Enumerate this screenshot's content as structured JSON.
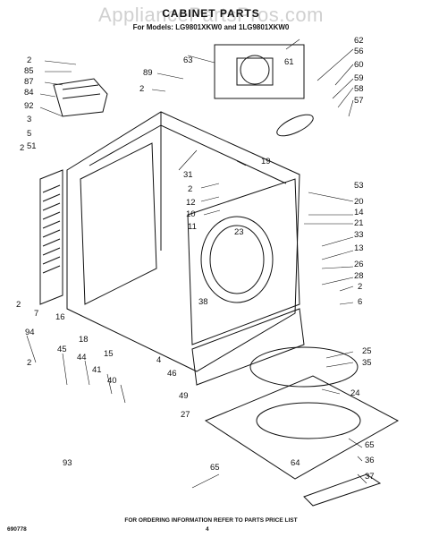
{
  "watermark": "AppliancePartsPros.com",
  "header": {
    "title": "CABINET PARTS",
    "models": "For Models: LG9801XKW0 and 1LG9801XKW0"
  },
  "footer": {
    "instruction": "FOR ORDERING INFORMATION REFER TO PARTS PRICE LIST",
    "page": "4",
    "doc_number": "690778"
  },
  "callouts": [
    "2",
    "85",
    "87",
    "84",
    "92",
    "3",
    "5",
    "51",
    "2",
    "89",
    "2",
    "63",
    "61",
    "62",
    "56",
    "60",
    "59",
    "58",
    "57",
    "53",
    "31",
    "2",
    "12",
    "10",
    "11",
    "19",
    "20",
    "14",
    "21",
    "23",
    "33",
    "13",
    "26",
    "28",
    "2",
    "6",
    "38",
    "2",
    "7",
    "16",
    "18",
    "15",
    "4",
    "46",
    "94",
    "45",
    "44",
    "41",
    "40",
    "2",
    "49",
    "25",
    "35",
    "24",
    "27",
    "65",
    "64",
    "36",
    "37",
    "93",
    "65"
  ],
  "style": {
    "ink": "#111111",
    "paper": "#ffffff"
  }
}
